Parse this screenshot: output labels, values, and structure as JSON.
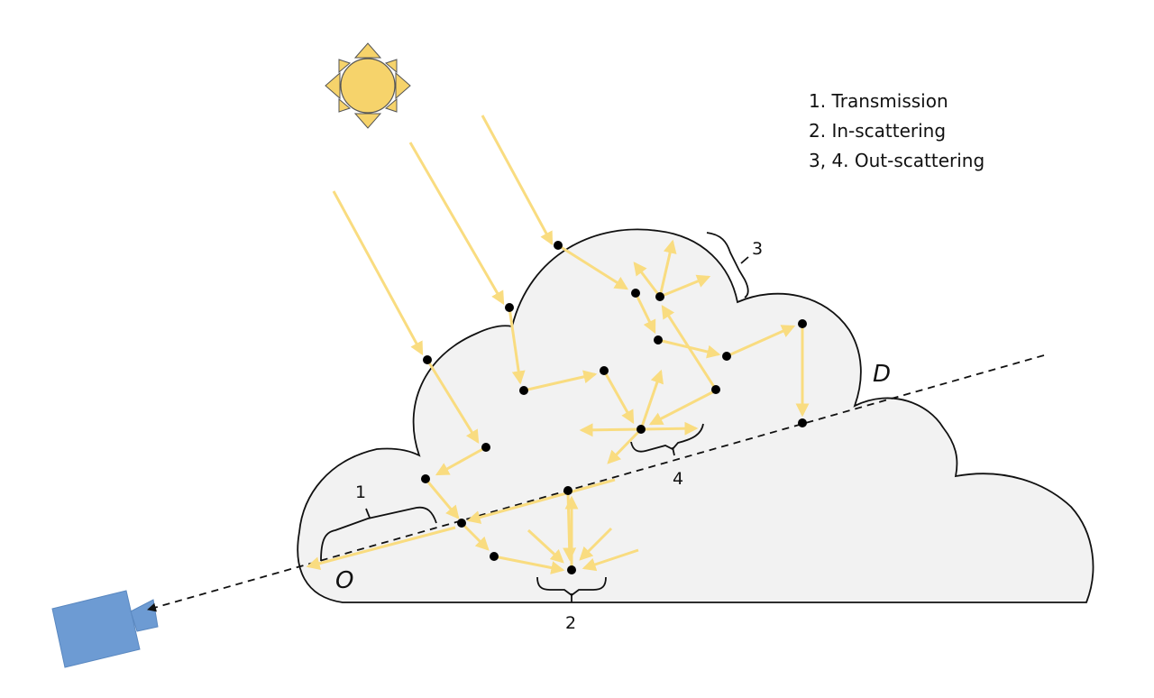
{
  "legend": {
    "items": [
      "1. Transmission",
      "2. In-scattering",
      "3, 4. Out-scattering"
    ]
  },
  "labels": {
    "bracket_1": "1",
    "bracket_2": "2",
    "bracket_3": "3",
    "bracket_4": "4",
    "point_o": "O",
    "point_d": "D"
  },
  "colors": {
    "ray": "#f9dc80",
    "cloud_fill": "#f2f2f2",
    "cloud_stroke": "#111111",
    "sun_core": "#f6d36b",
    "sun_rays": "#f6d36b",
    "camera": "#6d9bd3"
  },
  "icons": {
    "sun": "sun-icon",
    "camera": "camera-icon"
  }
}
